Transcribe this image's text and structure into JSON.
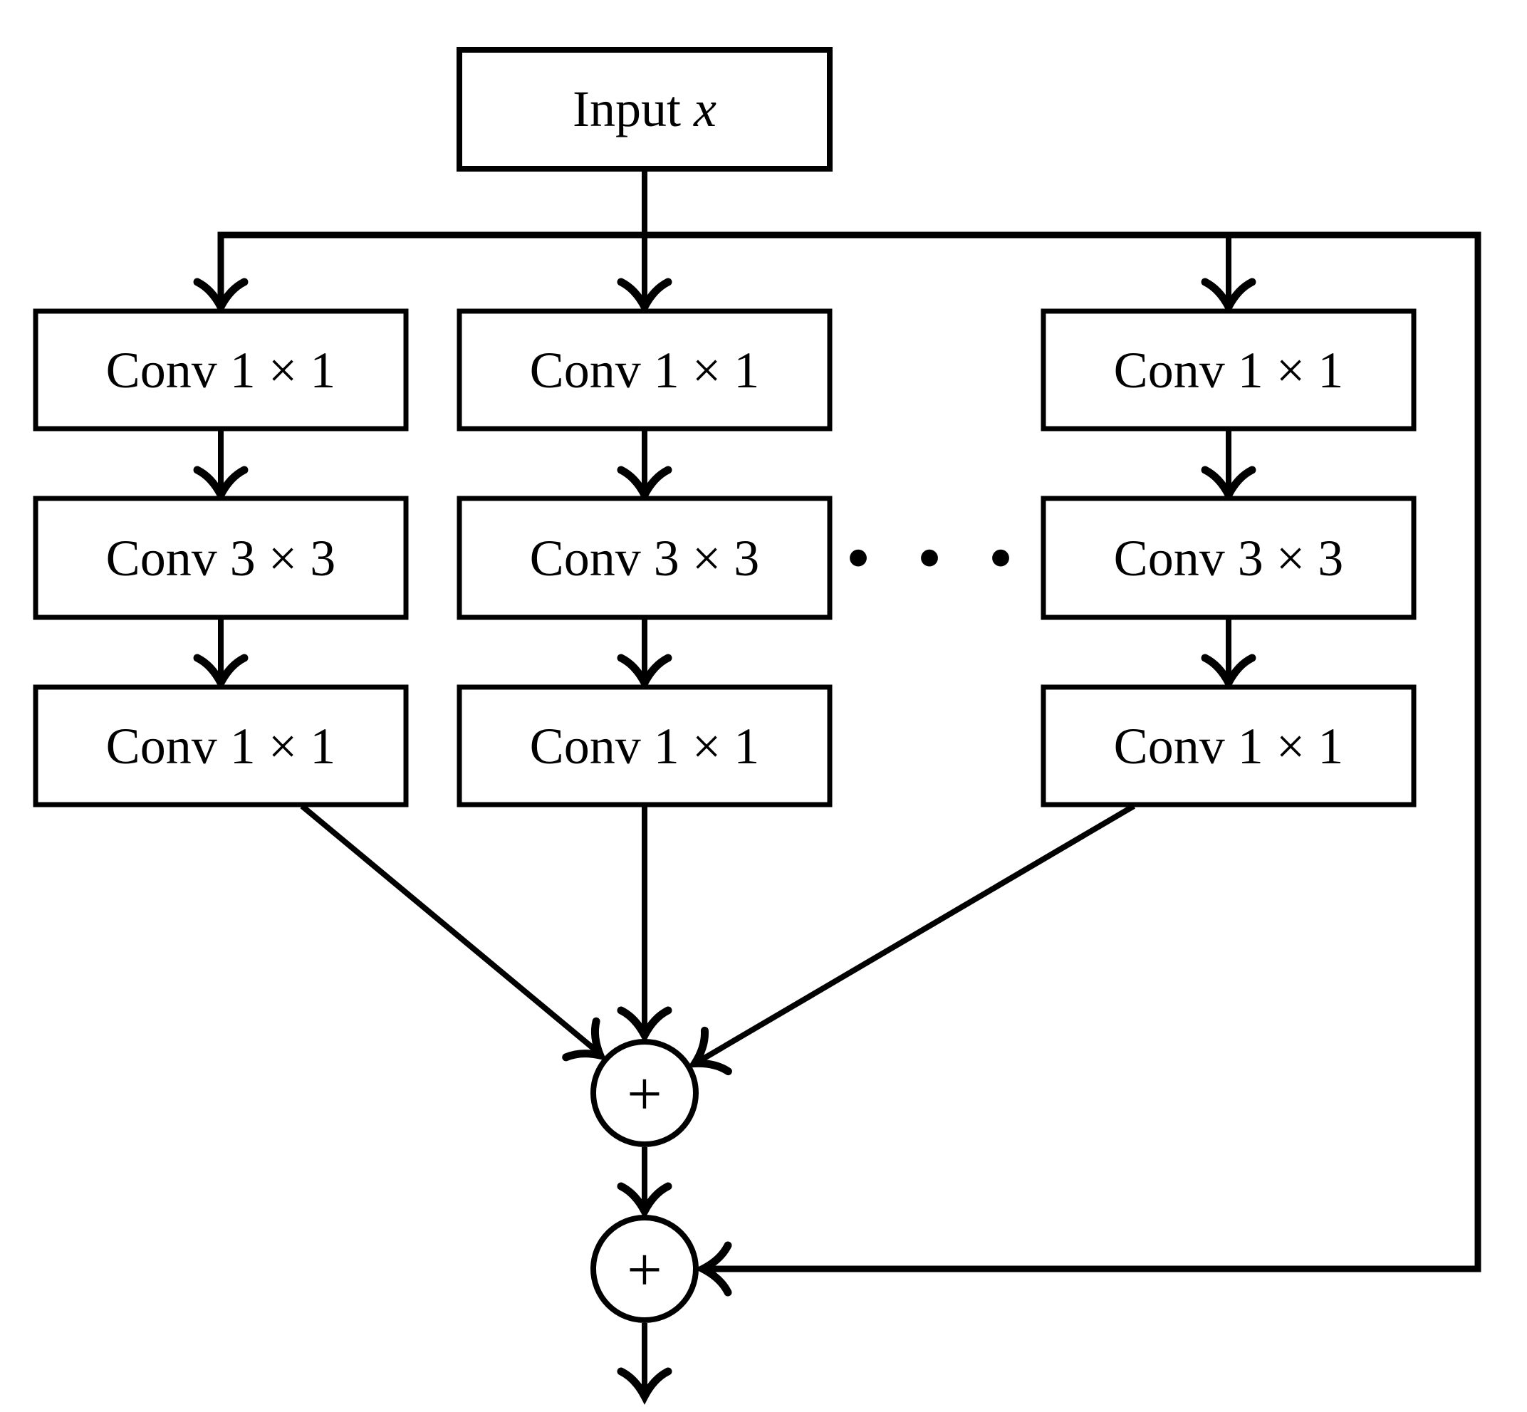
{
  "diagram": {
    "input": {
      "prefix": "Input ",
      "variable": "x"
    },
    "columns": [
      {
        "boxes": [
          "Conv 1 × 1",
          "Conv 3 × 3",
          "Conv 1 × 1"
        ]
      },
      {
        "boxes": [
          "Conv 1 × 1",
          "Conv 3 × 3",
          "Conv 1 × 1"
        ]
      },
      {
        "boxes": [
          "Conv 1 × 1",
          "Conv 3 × 3",
          "Conv 1 × 1"
        ]
      }
    ],
    "ellipsis_dots": [
      "•",
      "•",
      "•"
    ],
    "operators": {
      "sum": "+"
    },
    "colors": {
      "stroke": "#000000",
      "background": "#ffffff"
    }
  }
}
